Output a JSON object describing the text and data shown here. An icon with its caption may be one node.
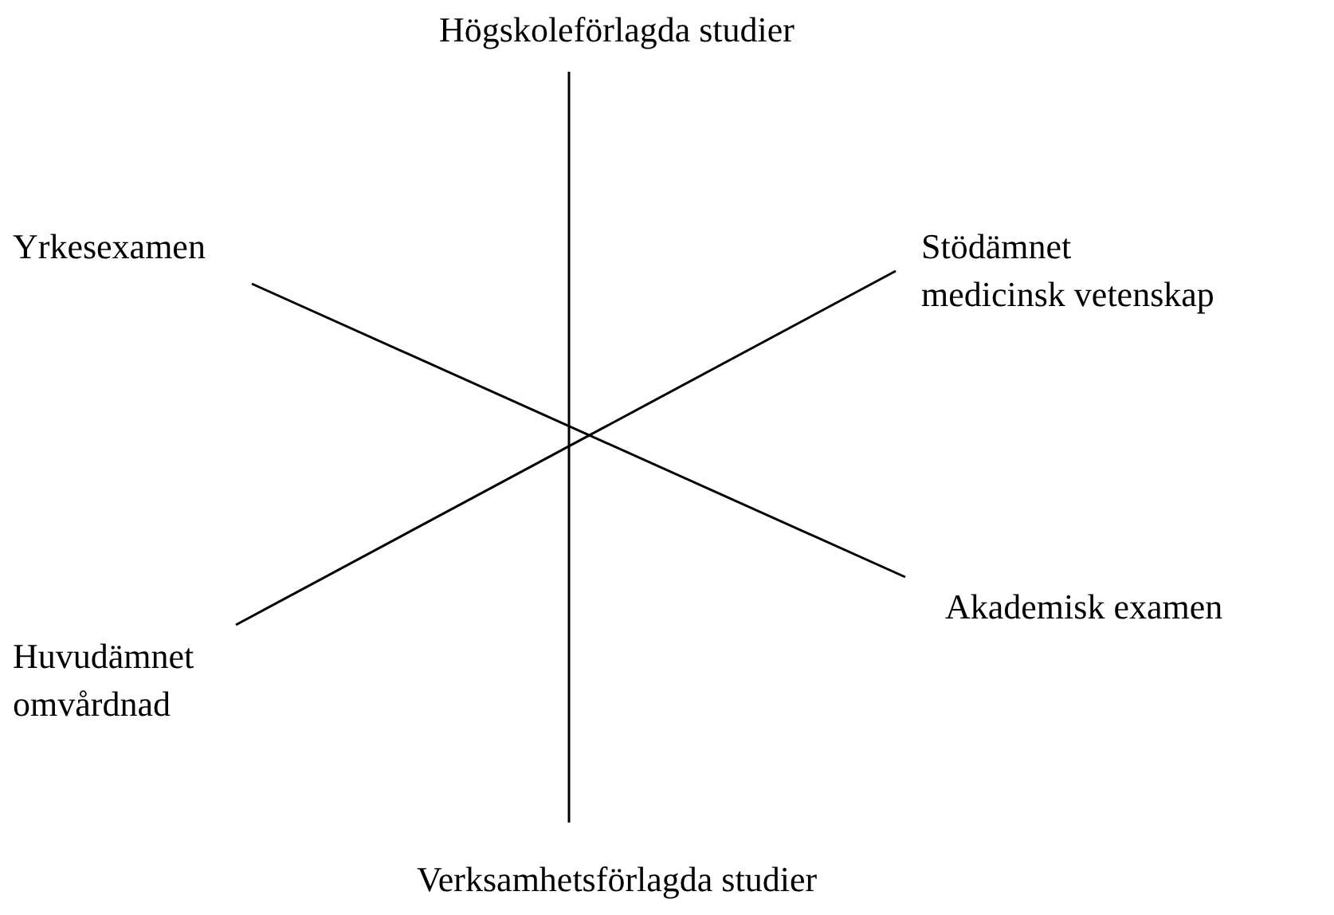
{
  "diagram": {
    "nodes": [
      {
        "text": [
          "Högskoleförlagda studier"
        ]
      },
      {
        "text": [
          "Yrkesexamen"
        ]
      },
      {
        "text": [
          "Stödämnet",
          "medicinsk vetenskap"
        ]
      },
      {
        "text": [
          "Huvudämnet omvårdnad"
        ]
      },
      {
        "text": [
          "Akademisk examen"
        ]
      },
      {
        "text": [
          "Verksamhetsförlagda studier"
        ]
      }
    ],
    "edges": [
      {
        "from": 0,
        "to": 5,
        "arrow": "none"
      },
      {
        "from": 1,
        "to": 4,
        "arrow": "none"
      },
      {
        "from": 2,
        "to": 3,
        "arrow": "none"
      }
    ]
  }
}
